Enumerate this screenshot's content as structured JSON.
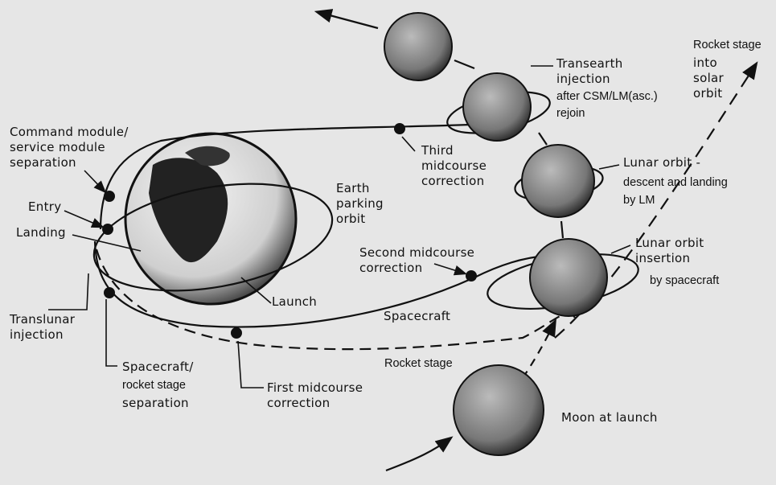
{
  "labels": {
    "csm_separation": "Command module/\nservice module\nseparation",
    "entry": "Entry",
    "landing": "Landing",
    "translunar_injection": "Translunar\ninjection",
    "spacecraft_rocket_separation_a": "Spacecraft/",
    "spacecraft_rocket_separation_b": "rocket stage",
    "spacecraft_rocket_separation_c": "separation",
    "first_midcourse": "First midcourse\ncorrection",
    "rocket_stage": "Rocket stage",
    "spacecraft": "Spacecraft",
    "second_midcourse": "Second midcourse\ncorrection",
    "launch": "Launch",
    "earth_parking_orbit": "Earth\nparking\norbit",
    "third_midcourse": "Third\nmidcourse\ncorrection",
    "transearth_injection": "Transearth\ninjection",
    "transearth_note": "after CSM/LM(asc.)\nrejoin",
    "solar_orbit_a": "Rocket stage",
    "solar_orbit_b": "into\nsolar\norbit",
    "lunar_orbit_descent_a": "Lunar orbit -",
    "lunar_orbit_descent_b": "descent and landing\nby LM",
    "lunar_orbit_insertion_a": "Lunar orbit\ninsertion",
    "lunar_orbit_insertion_b": "by spacecraft",
    "moon_at_launch": "Moon at launch"
  }
}
